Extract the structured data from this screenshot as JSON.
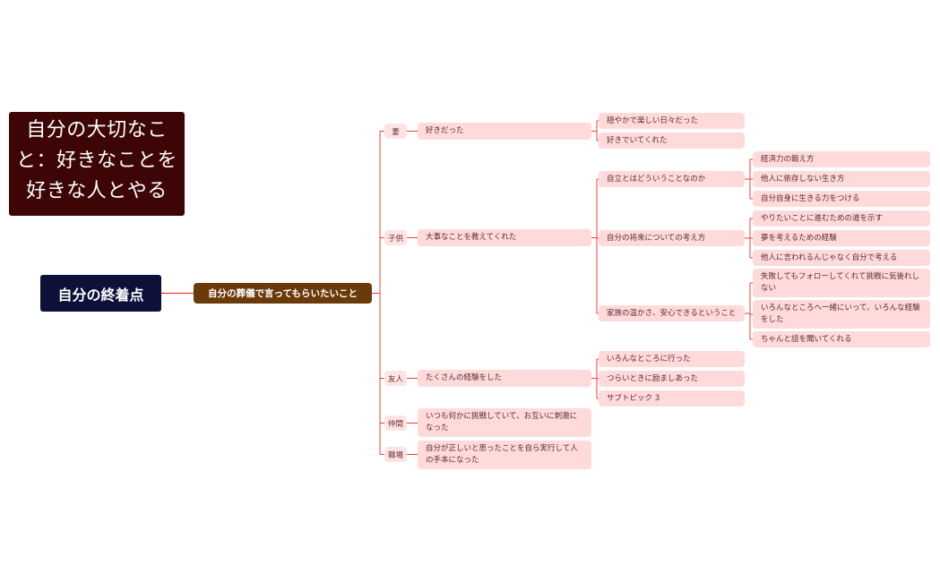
{
  "title": "自分の大切なこと：好きなことを好きな人とやる",
  "root": "自分の終着点",
  "main_topic": "自分の葬儀で言ってもらいたいこと",
  "categories": [
    {
      "label": "妻",
      "topic": "好きだった",
      "children": [
        {
          "label": "穏やかで楽しい日々だった"
        },
        {
          "label": "好きでいてくれた"
        }
      ]
    },
    {
      "label": "子供",
      "topic": "大事なことを教えてくれた",
      "children": [
        {
          "label": "自立とはどういうことなのか",
          "children": [
            "経済力の鍛え方",
            "他人に依存しない生き方",
            "自分自身に生きる力をつける"
          ]
        },
        {
          "label": "自分の将来についての考え方",
          "children": [
            "やりたいことに進むための道を示す",
            "夢を考えるための経験",
            "他人に言われるんじゃなく自分で考える"
          ]
        },
        {
          "label": "家族の温かさ、安心できるということ",
          "children": [
            "失敗してもフォローしてくれて挑戦に気後れしない",
            "いろんなところへ一緒にいって、いろんな経験をした",
            "ちゃんと話を聞いてくれる"
          ]
        }
      ]
    },
    {
      "label": "友人",
      "topic": "たくさんの経験をした",
      "children": [
        {
          "label": "いろんなところに行った"
        },
        {
          "label": "つらいときに励ましあった"
        },
        {
          "label": "サブトピック 3"
        }
      ]
    },
    {
      "label": "仲間",
      "topic": "いつも何かに挑戦していて、お互いに刺激になった",
      "children": []
    },
    {
      "label": "職場",
      "topic": "自分が正しいと思ったことを自ら実行して人の手本になった",
      "children": []
    }
  ],
  "colors": {
    "title_bg": "#3d0506",
    "root_bg": "#0d1038",
    "main_bg": "#6b3a0a",
    "node_bg": "#ffdada",
    "category_bg": "#fde4e4",
    "connector": "#e8413a"
  }
}
